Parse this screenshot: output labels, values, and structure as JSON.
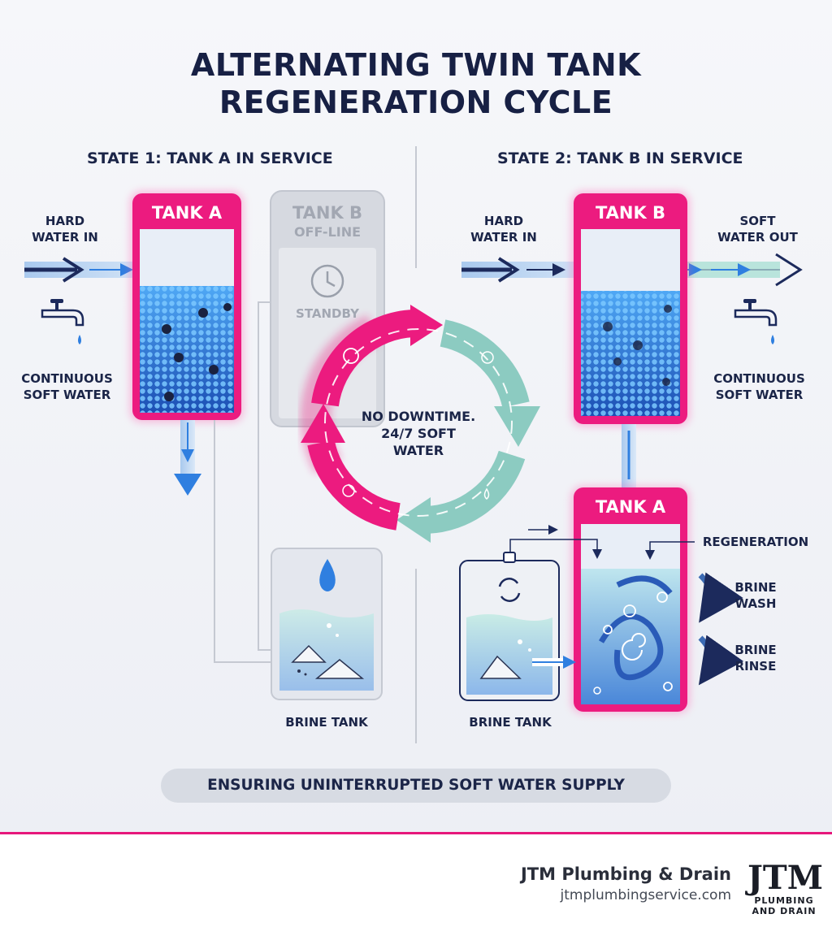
{
  "title": {
    "line1": "ALTERNATING TWIN TANK",
    "line2": "REGENERATION CYCLE"
  },
  "state1": {
    "heading": "STATE 1: TANK A IN SERVICE",
    "hard_water_l1": "HARD",
    "hard_water_l2": "WATER IN",
    "tank_a": "TANK A",
    "continuous_l1": "CONTINUOUS",
    "continuous_l2": "SOFT WATER",
    "tank_b": "TANK B",
    "offline": "OFF-LINE",
    "standby": "STANDBY",
    "brine_tank": "BRINE TANK"
  },
  "cycle": {
    "center_l1": "NO DOWNTIME.",
    "center_l2": "24/7 SOFT",
    "center_l3": "WATER",
    "colors": {
      "pink": "#ec1b7f",
      "teal": "#8ccbc1"
    }
  },
  "state2": {
    "heading": "STATE 2: TANK B IN SERVICE",
    "hard_water_l1": "HARD",
    "hard_water_l2": "WATER IN",
    "tank_b": "TANK B",
    "soft_water_l1": "SOFT",
    "soft_water_l2": "WATER OUT",
    "continuous_l1": "CONTINUOUS",
    "continuous_l2": "SOFT WATER",
    "tank_a": "TANK A",
    "regeneration": "REGENERATION",
    "brine_wash_l1": "BRINE",
    "brine_wash_l2": "WASH",
    "brine_rinse_l1": "BRINE",
    "brine_rinse_l2": "RINSE",
    "brine_tank": "BRINE TANK"
  },
  "banner": "ENSURING UNINTERRUPTED SOFT WATER SUPPLY",
  "footer": {
    "brand": "JTM Plumbing & Drain",
    "website": "jtmplumbingservice.com",
    "logo_mark": "JTM",
    "logo_line1": "PLUMBING",
    "logo_line2": "AND DRAIN"
  },
  "colors": {
    "accent_pink": "#e6177b",
    "navy": "#1b2548",
    "resin_blue": "#2f7fe0"
  }
}
